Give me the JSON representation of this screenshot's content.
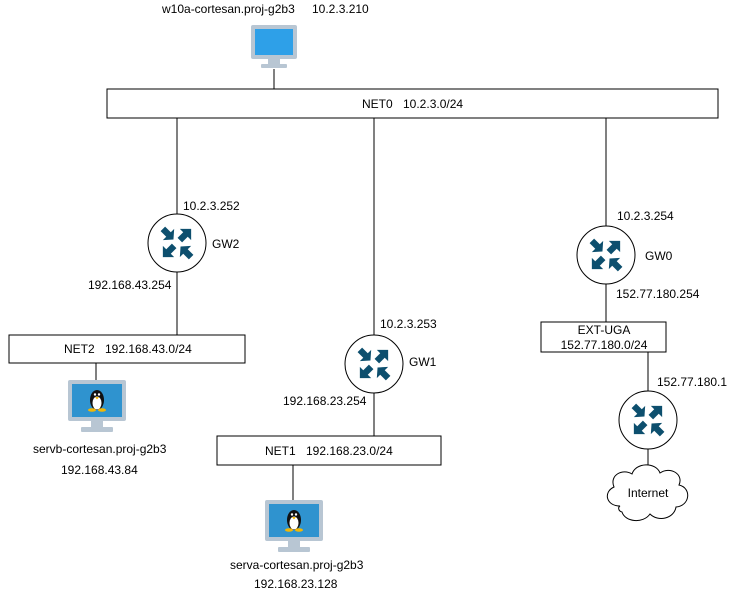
{
  "colors": {
    "router_arrows": "#0d4f6e",
    "monitor_frame": "#b8c6d3",
    "monitor_screen_windows": "#2ea0e8",
    "monitor_screen_linux": "#2f93cf",
    "line": "#000000"
  },
  "networks": {
    "net0": {
      "name": "NET0",
      "cidr": "10.2.3.0/24"
    },
    "net1": {
      "name": "NET1",
      "cidr": "192.168.23.0/24"
    },
    "net2": {
      "name": "NET2",
      "cidr": "192.168.43.0/24"
    },
    "extuga": {
      "name": "EXT-UGA",
      "cidr": "152.77.180.0/24"
    }
  },
  "hosts": {
    "w10a": {
      "name": "w10a-cortesan.proj-g2b3",
      "ip": "10.2.3.210",
      "icon": "windows-monitor-icon"
    },
    "servb": {
      "name": "servb-cortesan.proj-g2b3",
      "ip": "192.168.43.84",
      "icon": "linux-monitor-icon"
    },
    "serva": {
      "name": "serva-cortesan.proj-g2b3",
      "ip": "192.168.23.128",
      "icon": "linux-monitor-icon"
    }
  },
  "routers": {
    "gw2": {
      "name": "GW2",
      "ip_top": "10.2.3.252",
      "ip_bottom": "192.168.43.254",
      "icon": "router-icon"
    },
    "gw1": {
      "name": "GW1",
      "ip_top": "10.2.3.253",
      "ip_bottom": "192.168.23.254",
      "icon": "router-icon"
    },
    "gw0": {
      "name": "GW0",
      "ip_top": "10.2.3.254",
      "ip_bottom": "152.77.180.254",
      "icon": "router-icon"
    },
    "uga": {
      "name": "",
      "ip_top": "152.77.180.1",
      "icon": "router-icon"
    }
  },
  "internet": {
    "label": "Internet",
    "icon": "cloud-icon"
  }
}
